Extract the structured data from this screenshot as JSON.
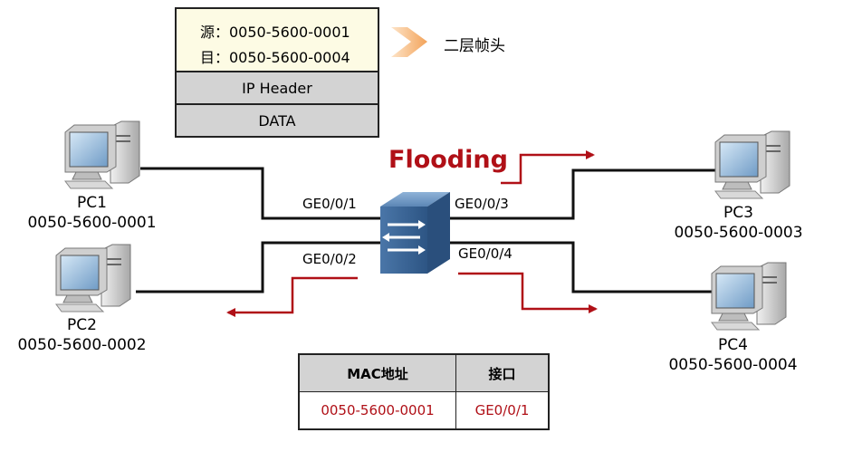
{
  "frame": {
    "src_line": "源：0050-5600-0001",
    "dst_line": "目：0050-5600-0004",
    "ip_header": "IP Header",
    "data": "DATA",
    "l2_header_label": "二层帧头"
  },
  "flooding_label": "Flooding",
  "pcs": [
    {
      "name": "PC1",
      "mac": "0050-5600-0001"
    },
    {
      "name": "PC2",
      "mac": "0050-5600-0002"
    },
    {
      "name": "PC3",
      "mac": "0050-5600-0003"
    },
    {
      "name": "PC4",
      "mac": "0050-5600-0004"
    }
  ],
  "ports": {
    "p1": "GE0/0/1",
    "p2": "GE0/0/2",
    "p3": "GE0/0/3",
    "p4": "GE0/0/4"
  },
  "mac_table": {
    "headers": [
      "MAC地址",
      "接口"
    ],
    "rows": [
      [
        "0050-5600-0001",
        "GE0/0/1"
      ]
    ]
  },
  "colors": {
    "arrow": "#b01017",
    "link": "#111111",
    "switch": "#3f6a9a"
  }
}
